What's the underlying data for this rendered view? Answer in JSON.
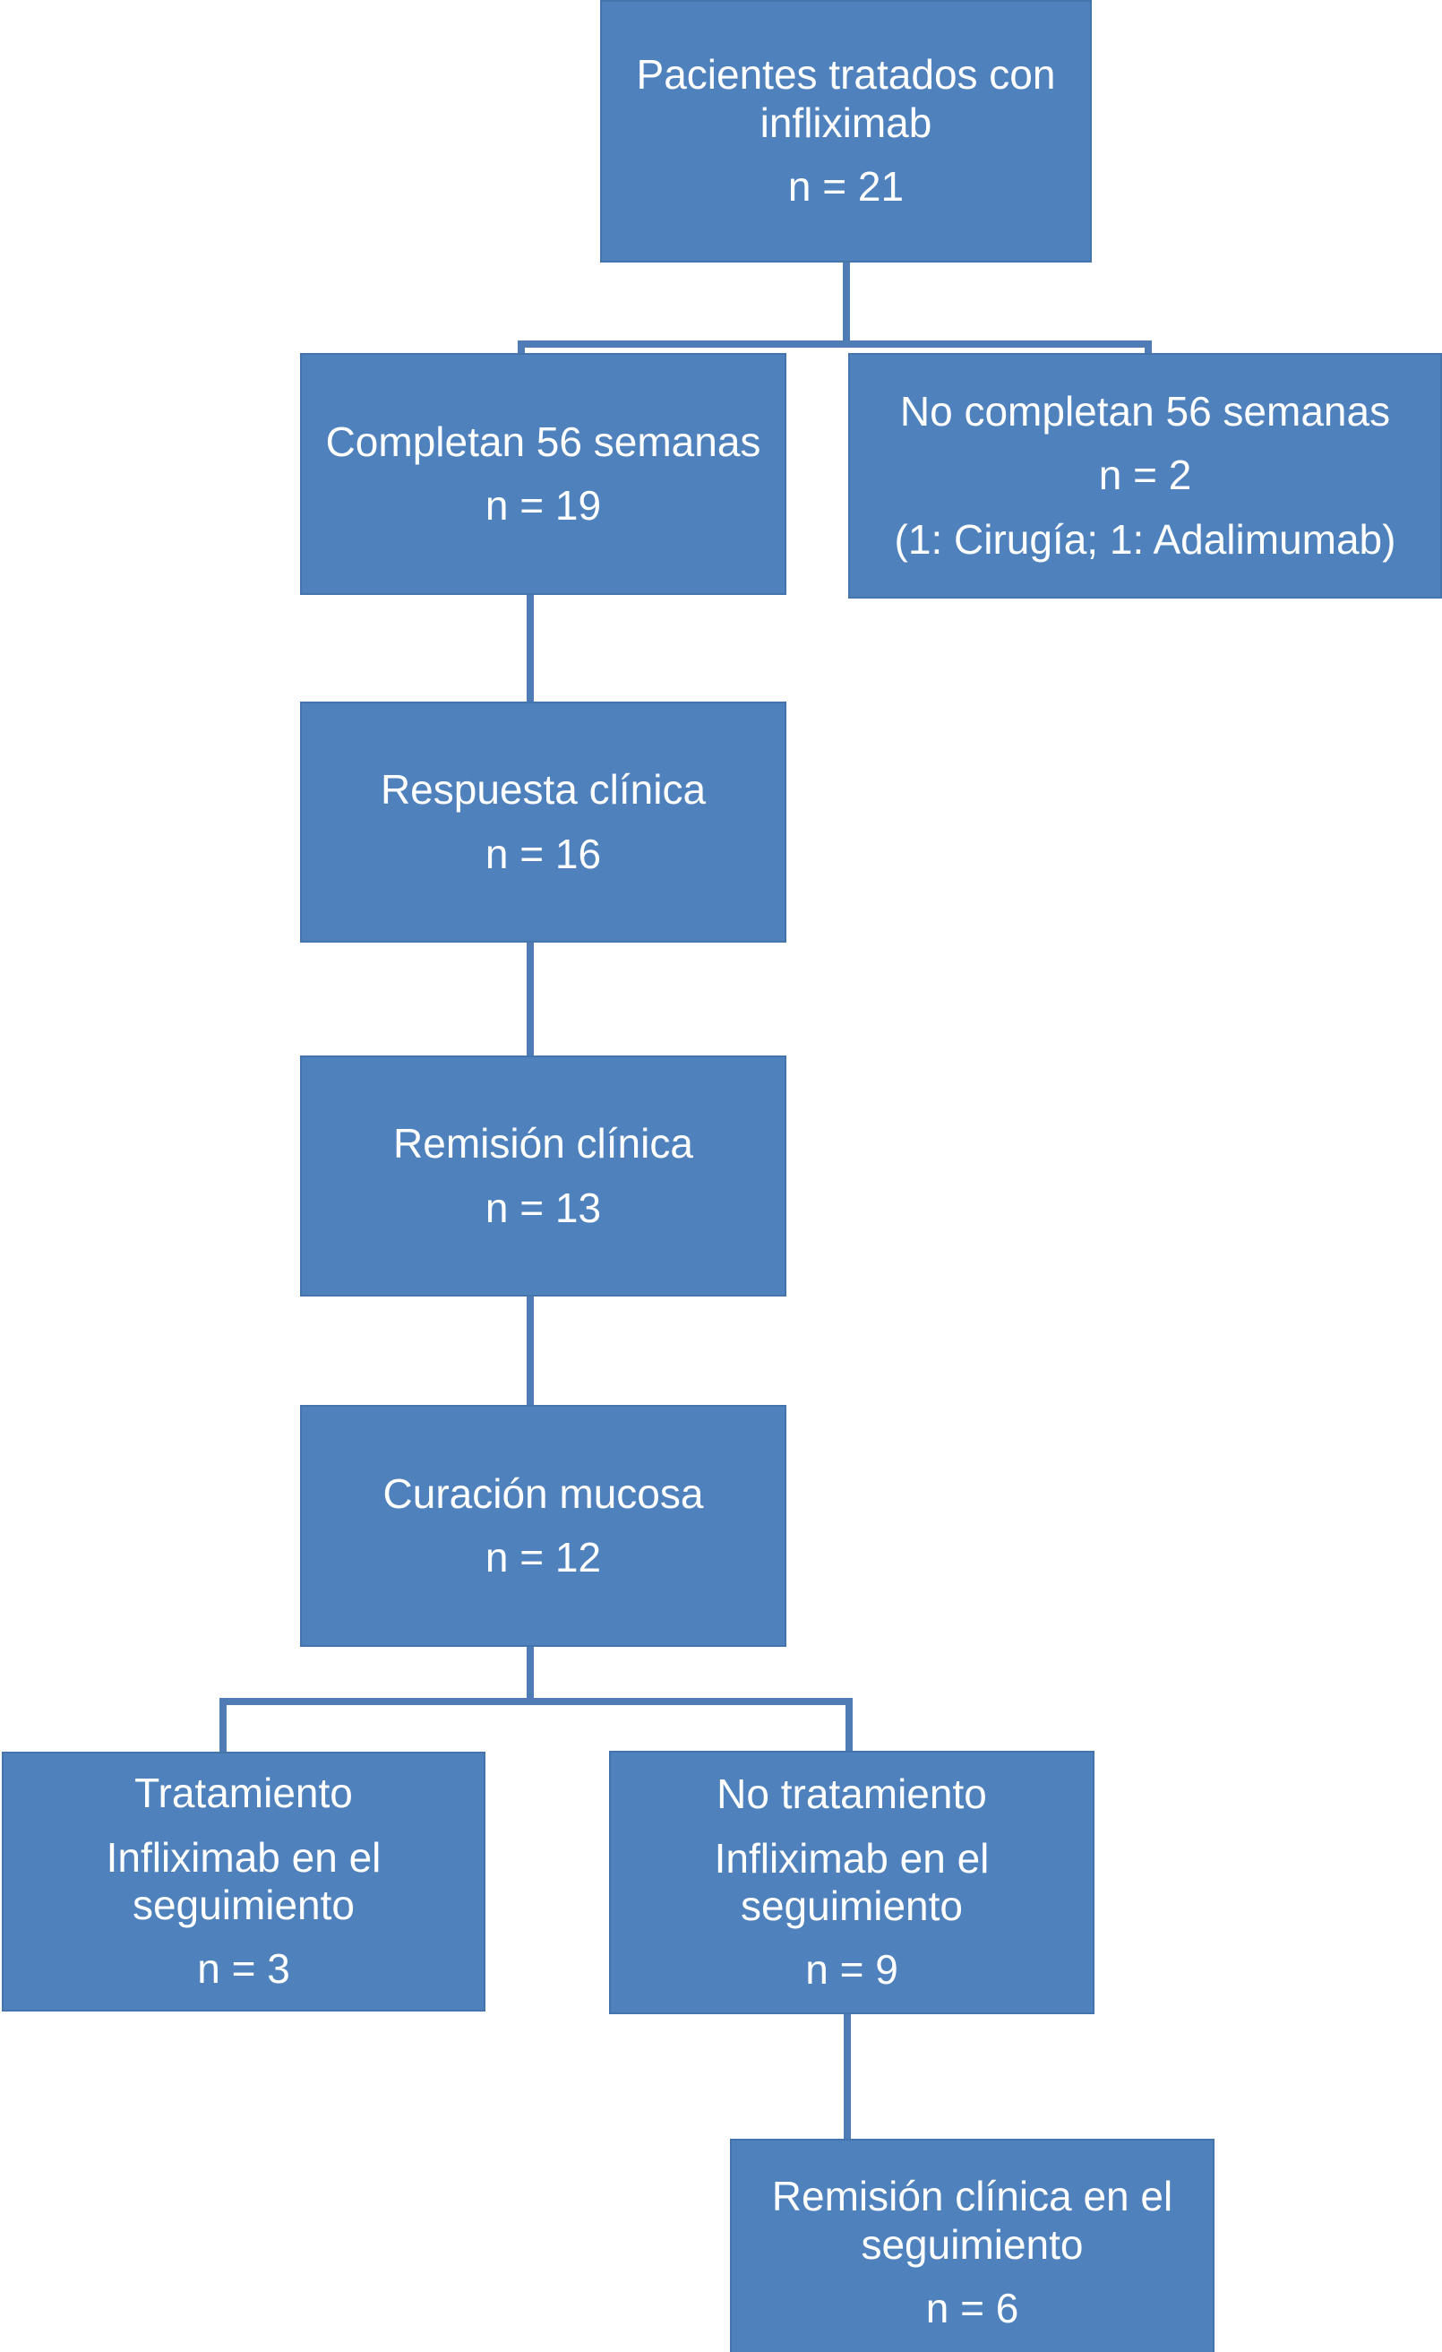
{
  "colors": {
    "box_fill": "#4f81bd",
    "box_border": "#4374ab",
    "connector": "#4f7cb5",
    "text": "#ffffff",
    "background": "#ffffff"
  },
  "nodes": {
    "root": {
      "lines": [
        "Pacientes tratados con infliximab",
        "n = 21"
      ]
    },
    "completan": {
      "lines": [
        "Completan 56 semanas",
        "n = 19"
      ]
    },
    "no_completan": {
      "lines": [
        "No completan 56 semanas",
        "n = 2",
        "(1: Cirugía; 1: Adalimumab)"
      ]
    },
    "respuesta": {
      "lines": [
        "Respuesta clínica",
        "n = 16"
      ]
    },
    "remision": {
      "lines": [
        "Remisión clínica",
        "n = 13"
      ]
    },
    "curacion": {
      "lines": [
        "Curación mucosa",
        "n = 12"
      ]
    },
    "tratamiento": {
      "lines": [
        "Tratamiento",
        "Infliximab en el seguimiento",
        "n = 3"
      ]
    },
    "no_tratamiento": {
      "lines": [
        "No tratamiento",
        "Infliximab en el seguimiento",
        "n = 9"
      ]
    },
    "remision_seg": {
      "lines": [
        "Remisión clínica en el seguimiento",
        "n = 6"
      ]
    }
  }
}
